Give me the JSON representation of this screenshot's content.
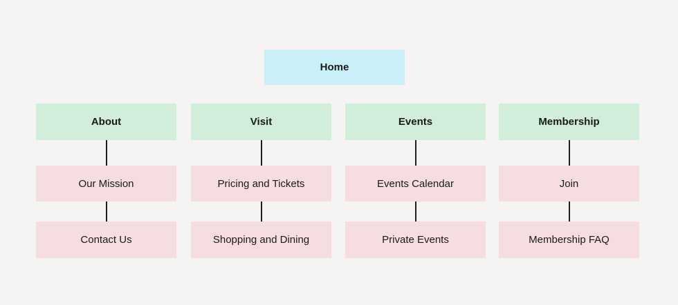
{
  "page": {
    "background": "#f5f4f3"
  },
  "colors": {
    "home_node_bg": "#c9eff9",
    "section_node_bg": "#d0eeda",
    "child_node_bg": "#f6dde1",
    "node_text": "#1a1a1a",
    "connector": "#1f1f1f"
  },
  "home": {
    "label": "Home"
  },
  "columns": [
    {
      "label": "About",
      "children": [
        "Our Mission",
        "Contact Us"
      ]
    },
    {
      "label": "Visit",
      "children": [
        "Pricing and Tickets",
        "Shopping and Dining"
      ]
    },
    {
      "label": "Events",
      "children": [
        "Events Calendar",
        "Private Events"
      ]
    },
    {
      "label": "Membership",
      "children": [
        "Join",
        "Membership FAQ"
      ]
    }
  ]
}
